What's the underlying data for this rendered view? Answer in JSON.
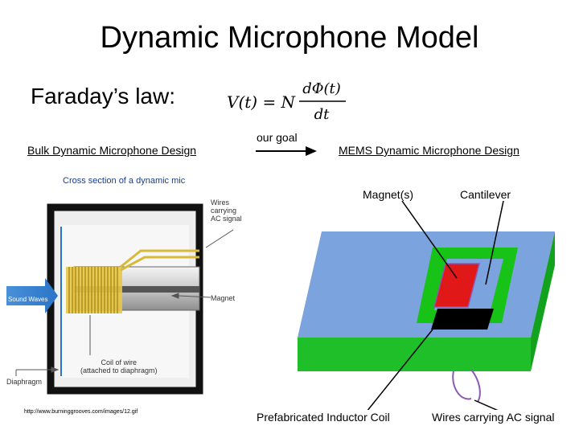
{
  "title": "Dynamic Microphone Model",
  "faraday_label": "Faraday’s law:",
  "equation": {
    "lhs": "V(t) = N",
    "numerator": "dΦ(t)",
    "denominator": "dt"
  },
  "left": {
    "heading": "Bulk Dynamic Microphone Design",
    "figure": {
      "title": "Cross section of a dynamic mic",
      "labels": {
        "wires_line1": "Wires",
        "wires_line2": "carrying",
        "wires_line3": "AC signal",
        "sound_waves": "Sound Waves",
        "magnet": "Magnet",
        "coil_line1": "Coil of wire",
        "coil_line2": "(attached to diaphragm)",
        "diaphragm": "Diaphragm"
      }
    },
    "source_url": "http://www.burninggrooves.com/images/12.gif"
  },
  "arrow_label": "our goal",
  "right": {
    "heading": "MEMS Dynamic Microphone Design",
    "magnet_label": "Magnet(s)",
    "cantilever_label": "Cantilever",
    "inductor_label": "Prefabricated Inductor Coil",
    "wires_label": "Wires carrying AC signal"
  },
  "colors": {
    "substrate_blue": "#7ba3dd",
    "green": "#17c317",
    "magnet_red": "#e01818",
    "coil_black": "#000000",
    "wire_purple": "#8a5ab5",
    "sound_arrow": "#2a74c8",
    "coil_gold": "#d8b82e"
  }
}
